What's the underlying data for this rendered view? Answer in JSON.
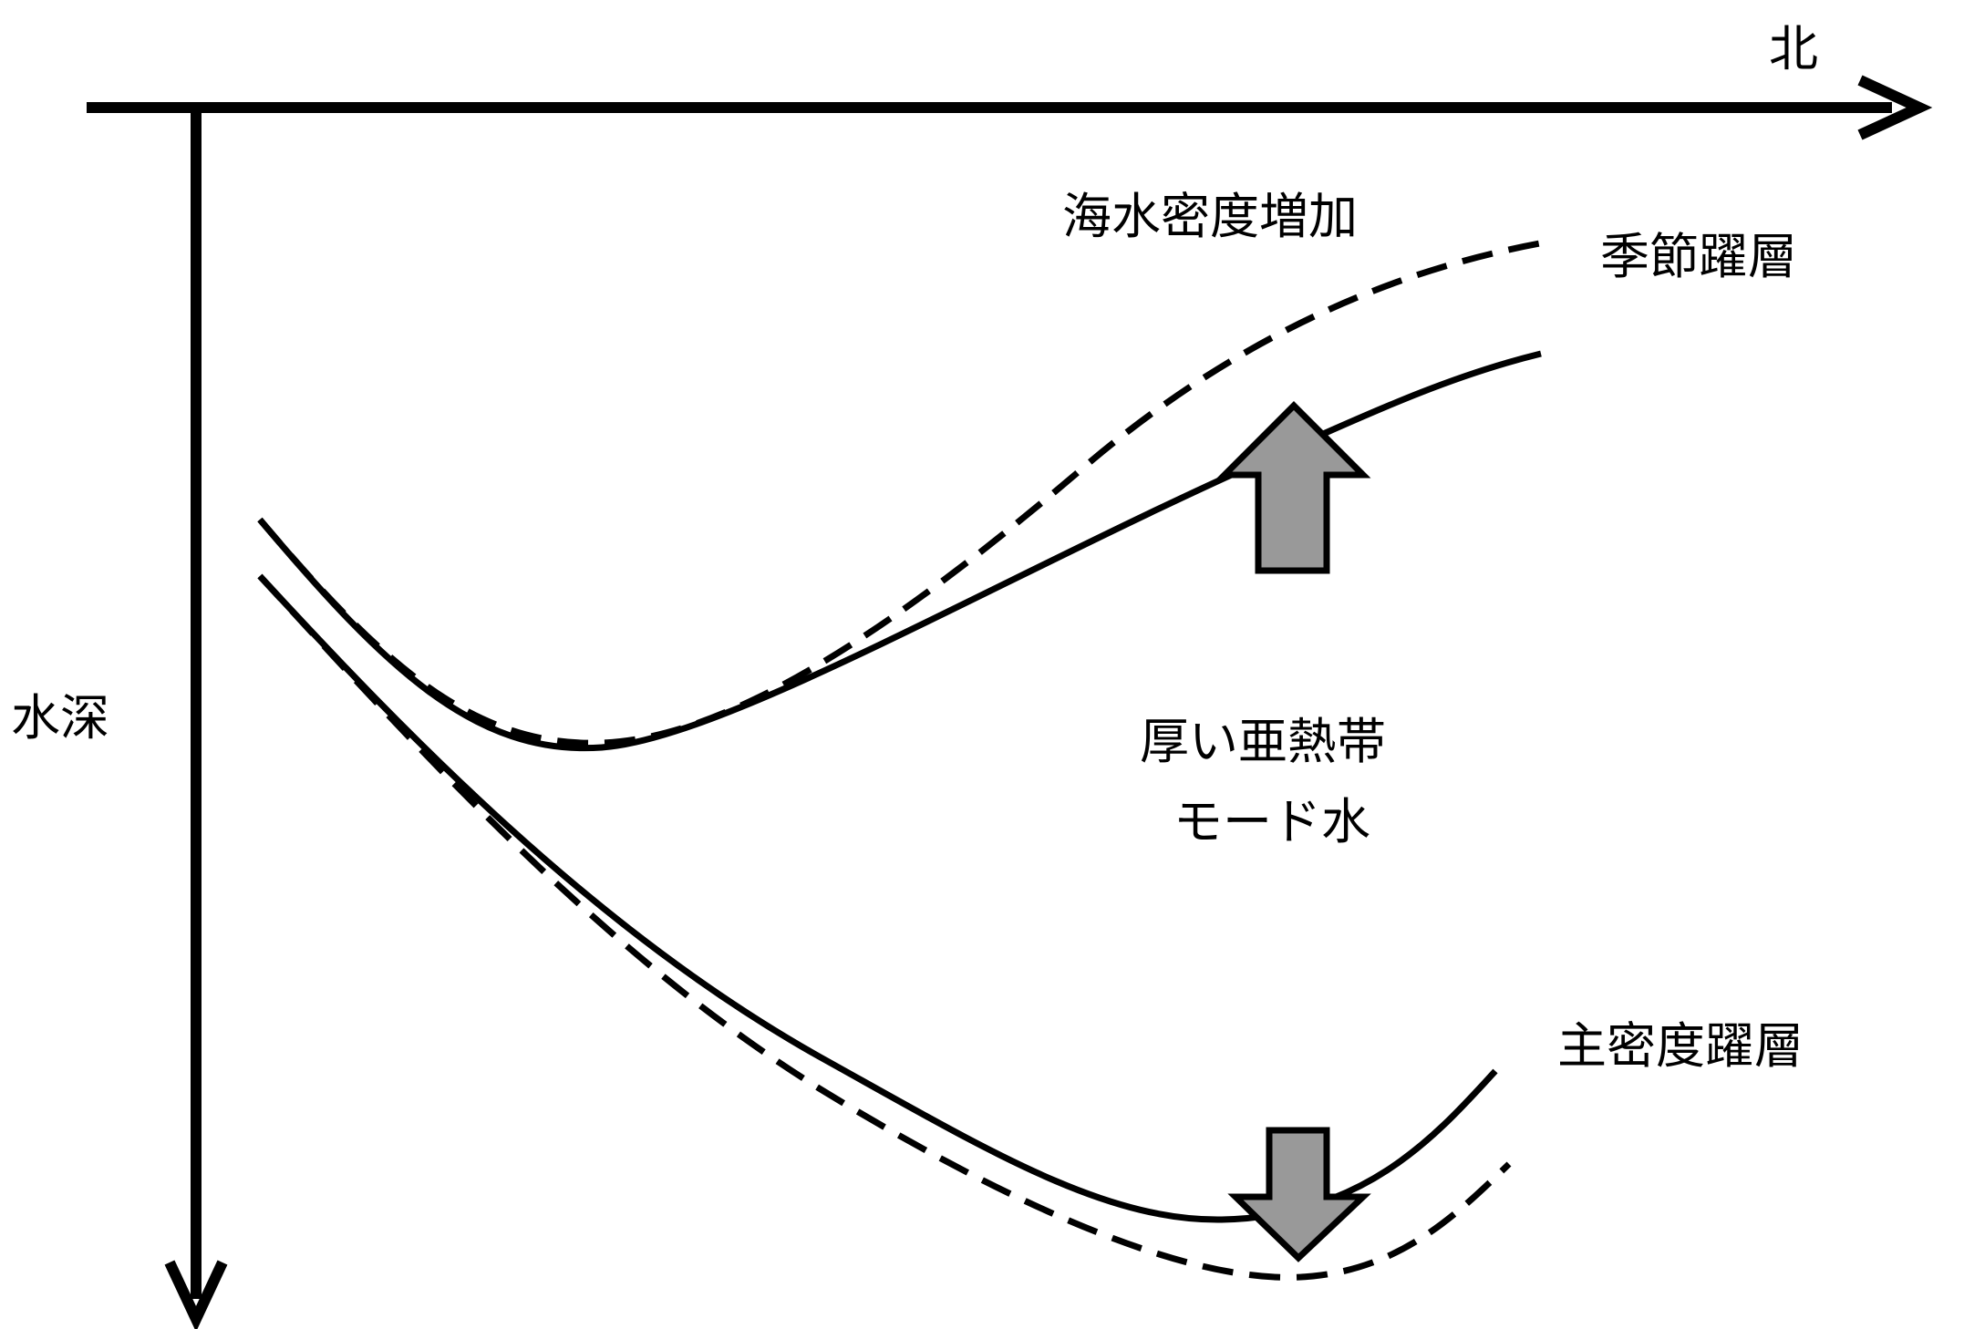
{
  "labels": {
    "north": "北",
    "depth": "水深",
    "density_increase": "海水密度増加",
    "seasonal_pycnocline": "季節躍層",
    "mode_water_line1": "厚い亜熱帯",
    "mode_water_line2": "モード水",
    "main_pycnocline": "主密度躍層"
  },
  "colors": {
    "line": "#000000",
    "arrow_fill": "#999999",
    "background": "#ffffff"
  }
}
